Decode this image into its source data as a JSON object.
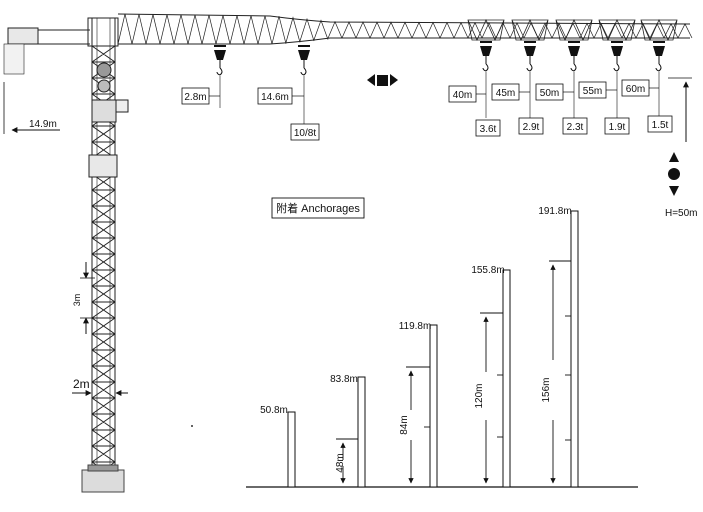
{
  "jib": {
    "radius_labels": [
      "2.8m",
      "14.6m",
      "40m",
      "45m",
      "50m",
      "55m",
      "60m"
    ],
    "load_labels": [
      "10/8t",
      "3.6t",
      "2.9t",
      "2.3t",
      "1.9t",
      "1.5t"
    ],
    "counter_jib_label": "14.9m",
    "height_label": "H=50m"
  },
  "tower": {
    "section_label": "3m",
    "width_label": "2m"
  },
  "anchorages": {
    "title": "附着 Anchorages",
    "heights": [
      "50.8m",
      "83.8m",
      "119.8m",
      "155.8m",
      "191.8m"
    ],
    "spacings": [
      "48m",
      "84m",
      "120m",
      "156m"
    ]
  }
}
